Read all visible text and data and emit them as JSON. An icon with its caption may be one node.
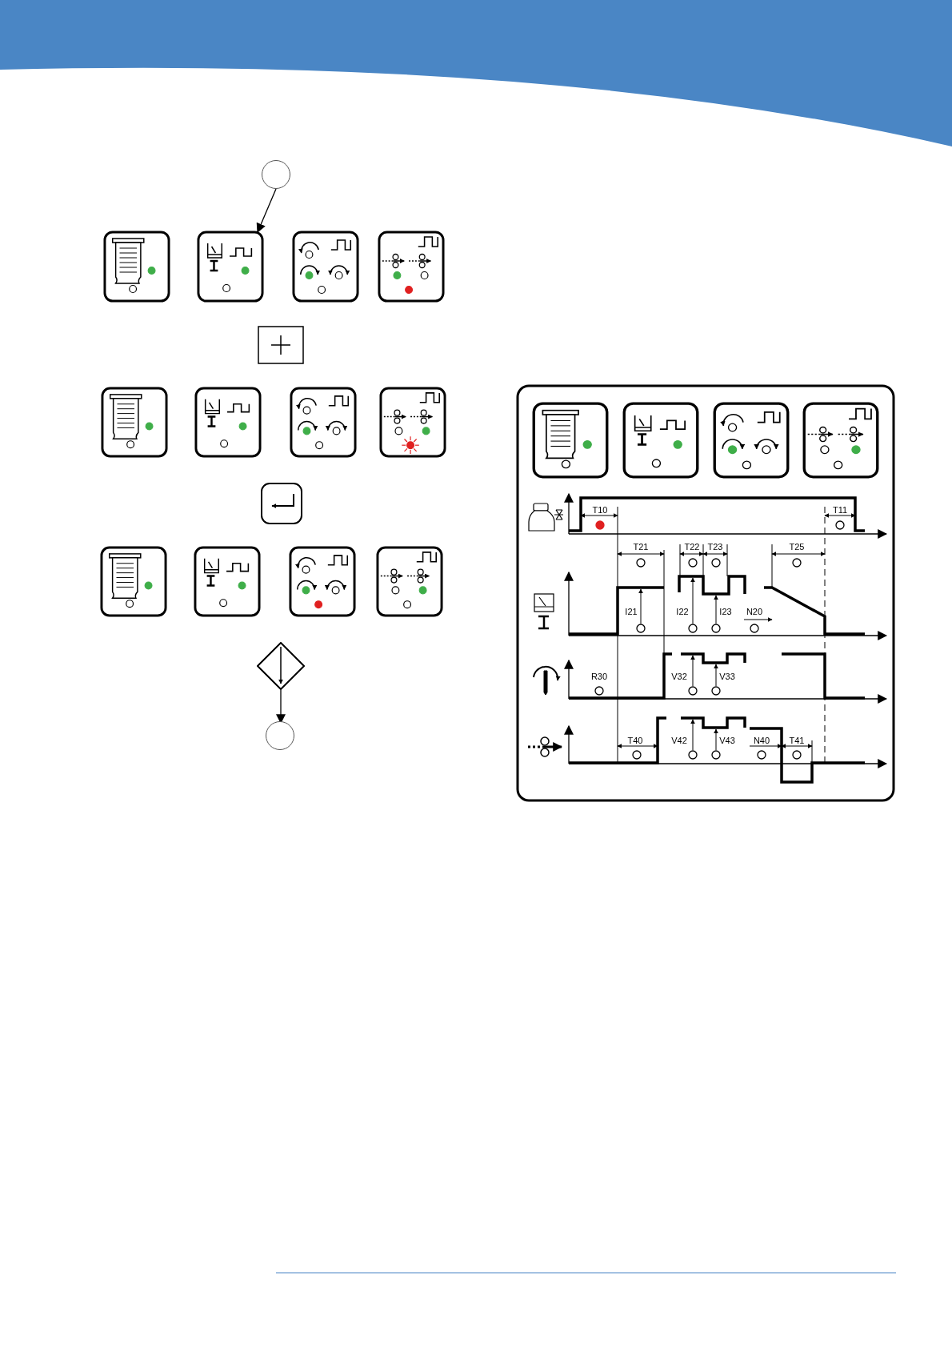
{
  "diagram": {
    "nodes": [
      {
        "text": [],
        "shape": "circle"
      },
      {
        "text": [],
        "shape": "box"
      },
      {
        "text": [],
        "shape": "box"
      },
      {
        "text": [],
        "shape": "box"
      },
      {
        "text": [],
        "shape": "box"
      },
      {
        "text": [],
        "shape": "box"
      },
      {
        "text": [],
        "shape": "box"
      },
      {
        "text": [],
        "shape": "box"
      },
      {
        "text": [],
        "shape": "box"
      },
      {
        "text": [],
        "shape": "box"
      },
      {
        "text": [],
        "shape": "box"
      },
      {
        "text": [],
        "shape": "box"
      },
      {
        "text": [],
        "shape": "box"
      },
      {
        "text": [],
        "shape": "diamond"
      },
      {
        "text": [],
        "shape": "circle"
      }
    ],
    "edges": [
      {
        "from": 0,
        "to": 2,
        "arrow": "to"
      },
      {
        "from": 13,
        "to": 14,
        "arrow": "to"
      }
    ],
    "labels": [
      "T10",
      "T11",
      "T21",
      "T22",
      "T23",
      "T25",
      "I21",
      "I22",
      "I23",
      "N20",
      "R30",
      "V32",
      "V33",
      "T40",
      "V42",
      "V43",
      "N40",
      "T41"
    ]
  }
}
